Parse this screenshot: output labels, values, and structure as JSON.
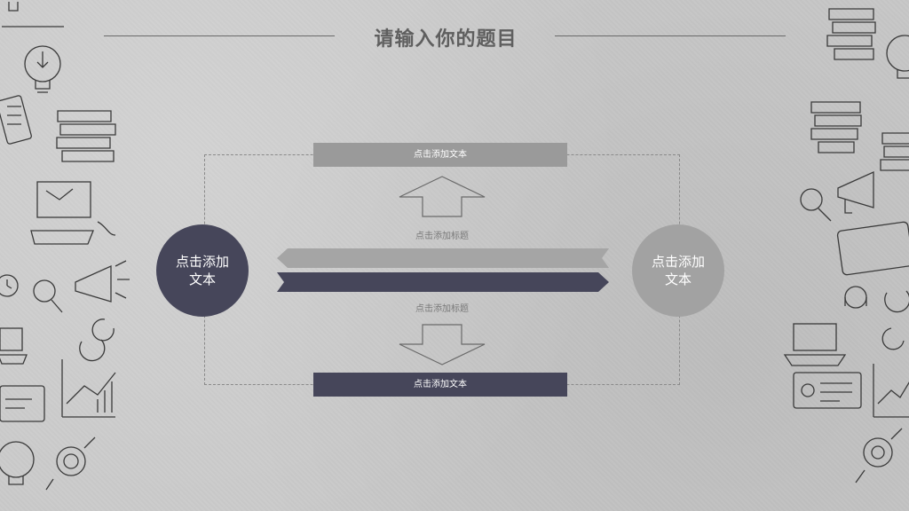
{
  "title": "请输入你的题目",
  "top_bar_text": "点击添加文本",
  "bottom_bar_text": "点击添加文本",
  "label_upper": "点击添加标题",
  "label_lower": "点击添加标题",
  "left_circle_text": "点击添加文本",
  "right_circle_text": "点击添加文本",
  "colors": {
    "dark": "#46465a",
    "gray": "#9a9a9a",
    "light_gray": "#a2a2a2",
    "title": "#5f5f5f"
  }
}
